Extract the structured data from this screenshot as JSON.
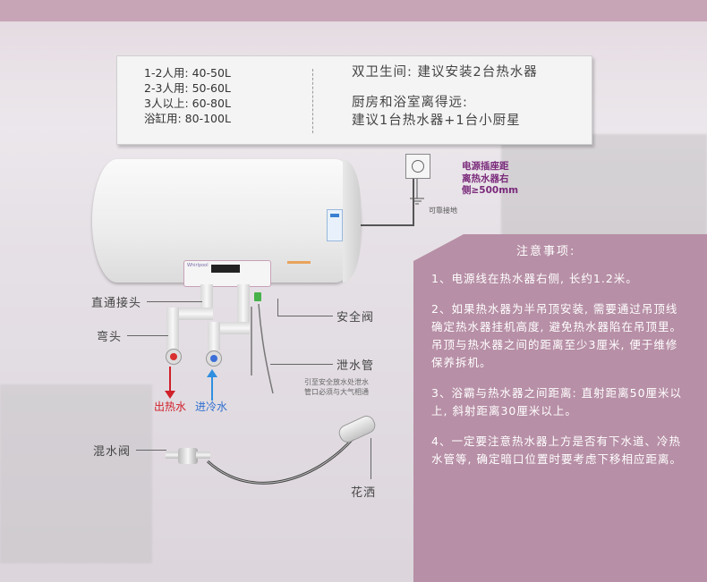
{
  "capacity": {
    "items": [
      "1-2人用: 40-50L",
      "2-3人用: 50-60L",
      "3人以上: 60-80L",
      "浴缸用: 80-100L"
    ]
  },
  "recommendation": {
    "line1": "双卫生间: 建议安装2台热水器",
    "line2": "厨房和浴室离得远:",
    "line3": "建议1台热水器+1台小厨星"
  },
  "heater": {
    "brand": "Whirlpool"
  },
  "socket": {
    "note_line1": "电源插座距",
    "note_line2": "离热水器右",
    "note_line3": "侧≥500mm",
    "ground": "可靠接地"
  },
  "labels": {
    "straight_joint": "直通接头",
    "elbow": "弯头",
    "safety_valve": "安全阀",
    "drain_pipe": "泄水管",
    "hot_out": "出热水",
    "cold_in": "进冷水",
    "drain_note_line1": "引至安全放水处泄水",
    "drain_note_line2": "管口必须与大气相通",
    "mixing_valve": "混水阀",
    "shower": "花洒"
  },
  "notice": {
    "title": "注意事项:",
    "items": [
      "1、电源线在热水器右侧, 长约1.2米。",
      "2、如果热水器为半吊顶安装, 需要通过吊顶线确定热水器挂机高度, 避免热水器陷在吊顶里。吊顶与热水器之间的距离至少3厘米, 便于维修保养拆机。",
      "3、浴霸与热水器之间距离: 直射距离50厘米以上, 斜射距离30厘米以上。",
      "4、一定要注意热水器上方是否有下水道、冷热水管等, 确定暗口位置时要考虑下移相应距离。"
    ]
  },
  "colors": {
    "accent_purple": "#b78fa6",
    "hot": "#d0202a",
    "cold": "#2f8fe0"
  }
}
